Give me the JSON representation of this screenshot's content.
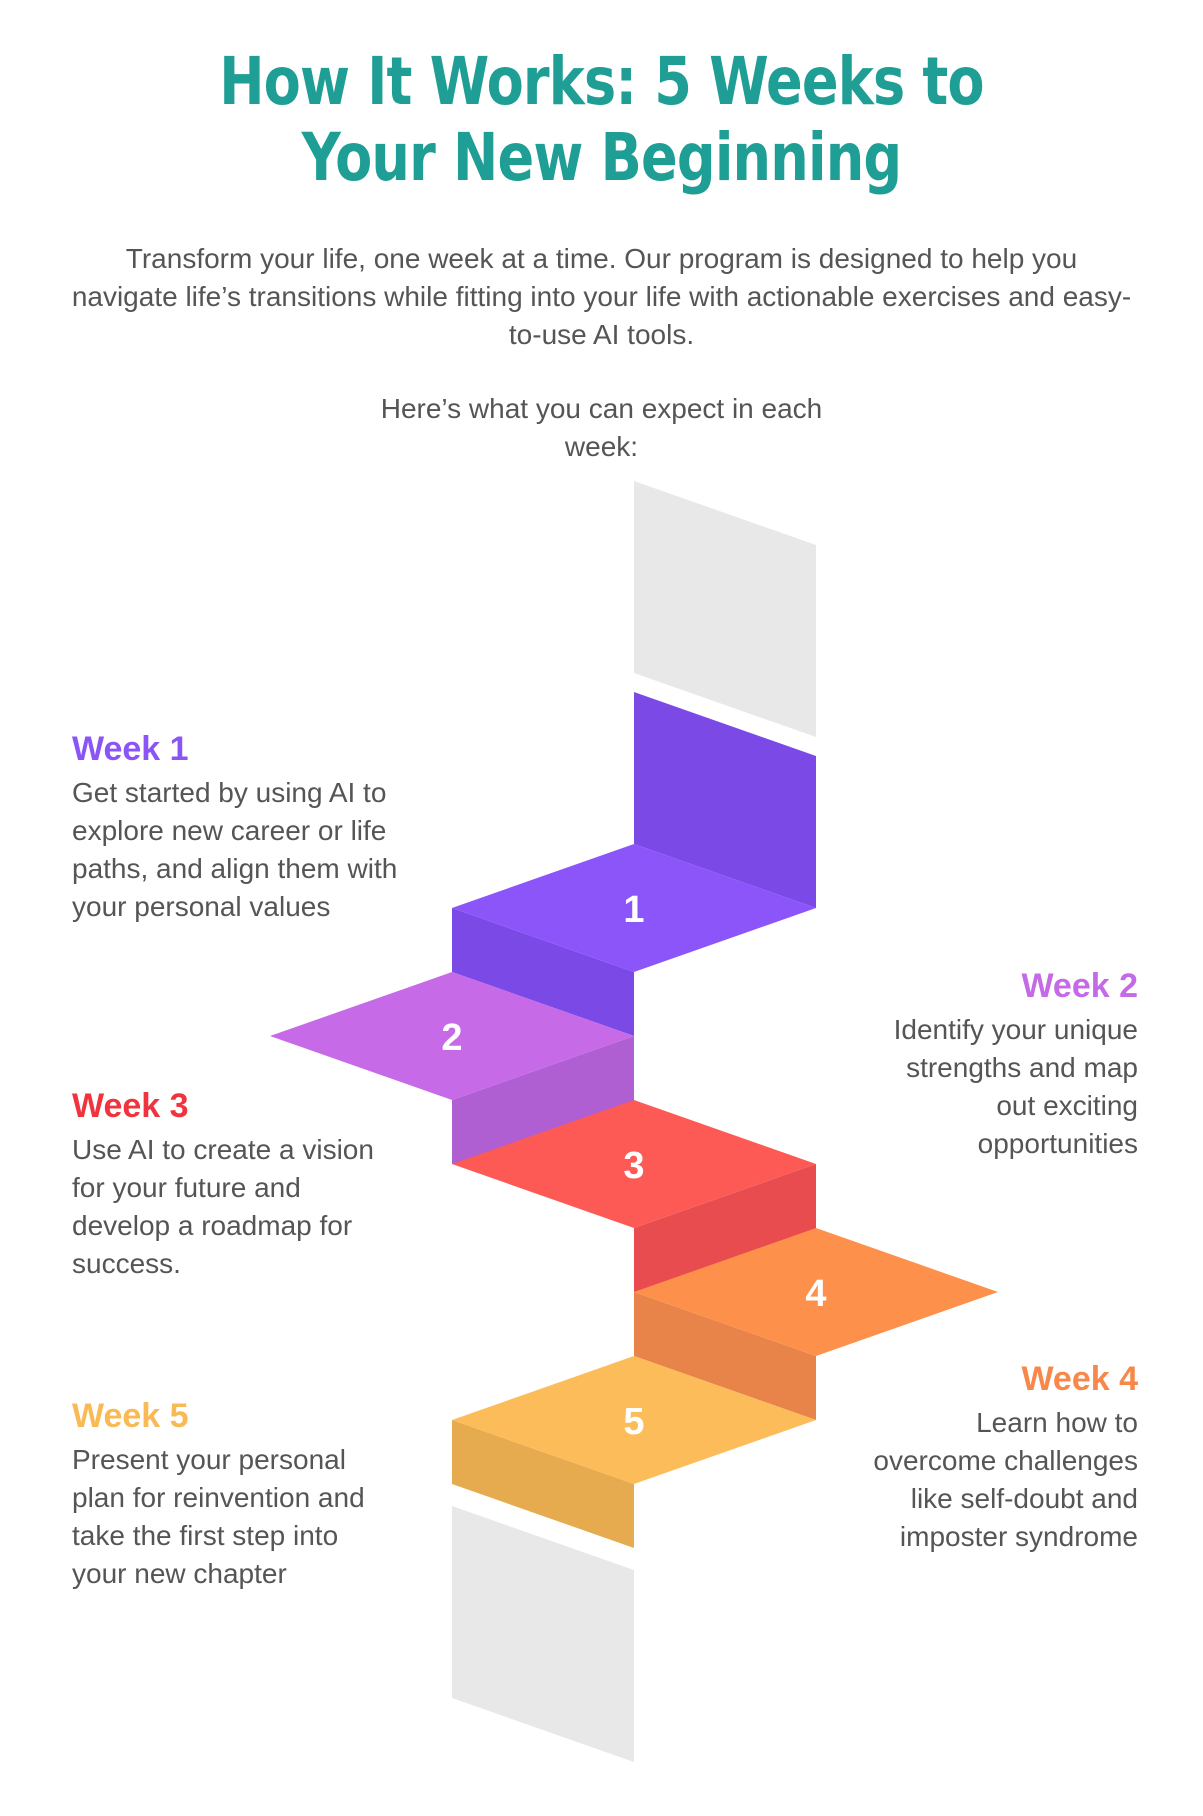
{
  "title": "How It Works: 5 Weeks to Your New Beginning",
  "intro": "Transform your life, one week at a time. Our program is designed to help you navigate life’s transitions while fitting into your life with actionable exercises and easy-to-use AI tools.",
  "expect": "Here’s what you can expect in each week:",
  "weeks": [
    {
      "title": "Week 1",
      "number": "1",
      "color": "#8b54f6",
      "description": "Get started by using AI to explore new career or life paths, and align them with your personal values"
    },
    {
      "title": "Week 2",
      "number": "2",
      "color": "#c46ae6",
      "description": "Identify your unique strengths and map out exciting opportunities"
    },
    {
      "title": "Week 3",
      "number": "3",
      "color": "#f0343e",
      "description": "Use AI to create a vision for your future and develop a roadmap for success."
    },
    {
      "title": "Week 4",
      "number": "4",
      "color": "#f7884a",
      "description": "Learn how to overcome challenges like self-doubt and imposter syndrome"
    },
    {
      "title": "Week 5",
      "number": "5",
      "color": "#f9b955",
      "description": "Present your personal plan for reinvention and take the first step into your new chapter"
    }
  ]
}
